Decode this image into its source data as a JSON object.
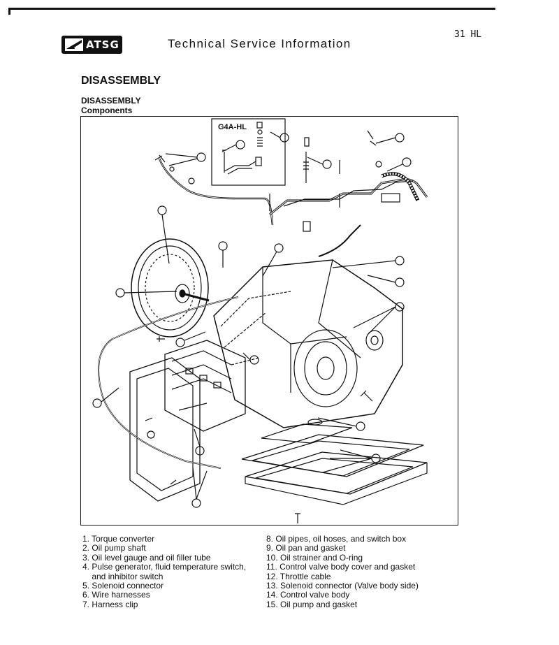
{
  "header": {
    "logo_text": "ATSG",
    "title": "Technical Service Information",
    "page_number": "31 HL"
  },
  "section_heading": "DISASSEMBLY",
  "sub_heading": "DISASSEMBLY",
  "sub_sub_heading": "Components",
  "figure": {
    "model_label": "G4A-HL"
  },
  "legend_left": [
    "1. Torque converter",
    "2. Oil pump shaft",
    "3. Oil level gauge and oil filler tube",
    "4. Pulse generator, fluid temperature switch,",
    "    and inhibitor switch",
    "5. Solenoid connector",
    "6. Wire harnesses",
    "7. Harness clip"
  ],
  "legend_right": [
    "8. Oil pipes, oil hoses, and switch box",
    "9. Oil pan and gasket",
    "10. Oil strainer and O-ring",
    "11. Control valve body cover and gasket",
    "12. Throttle cable",
    "13. Solenoid connector (Valve body side)",
    "14. Control valve body",
    "15. Oil pump and gasket"
  ]
}
